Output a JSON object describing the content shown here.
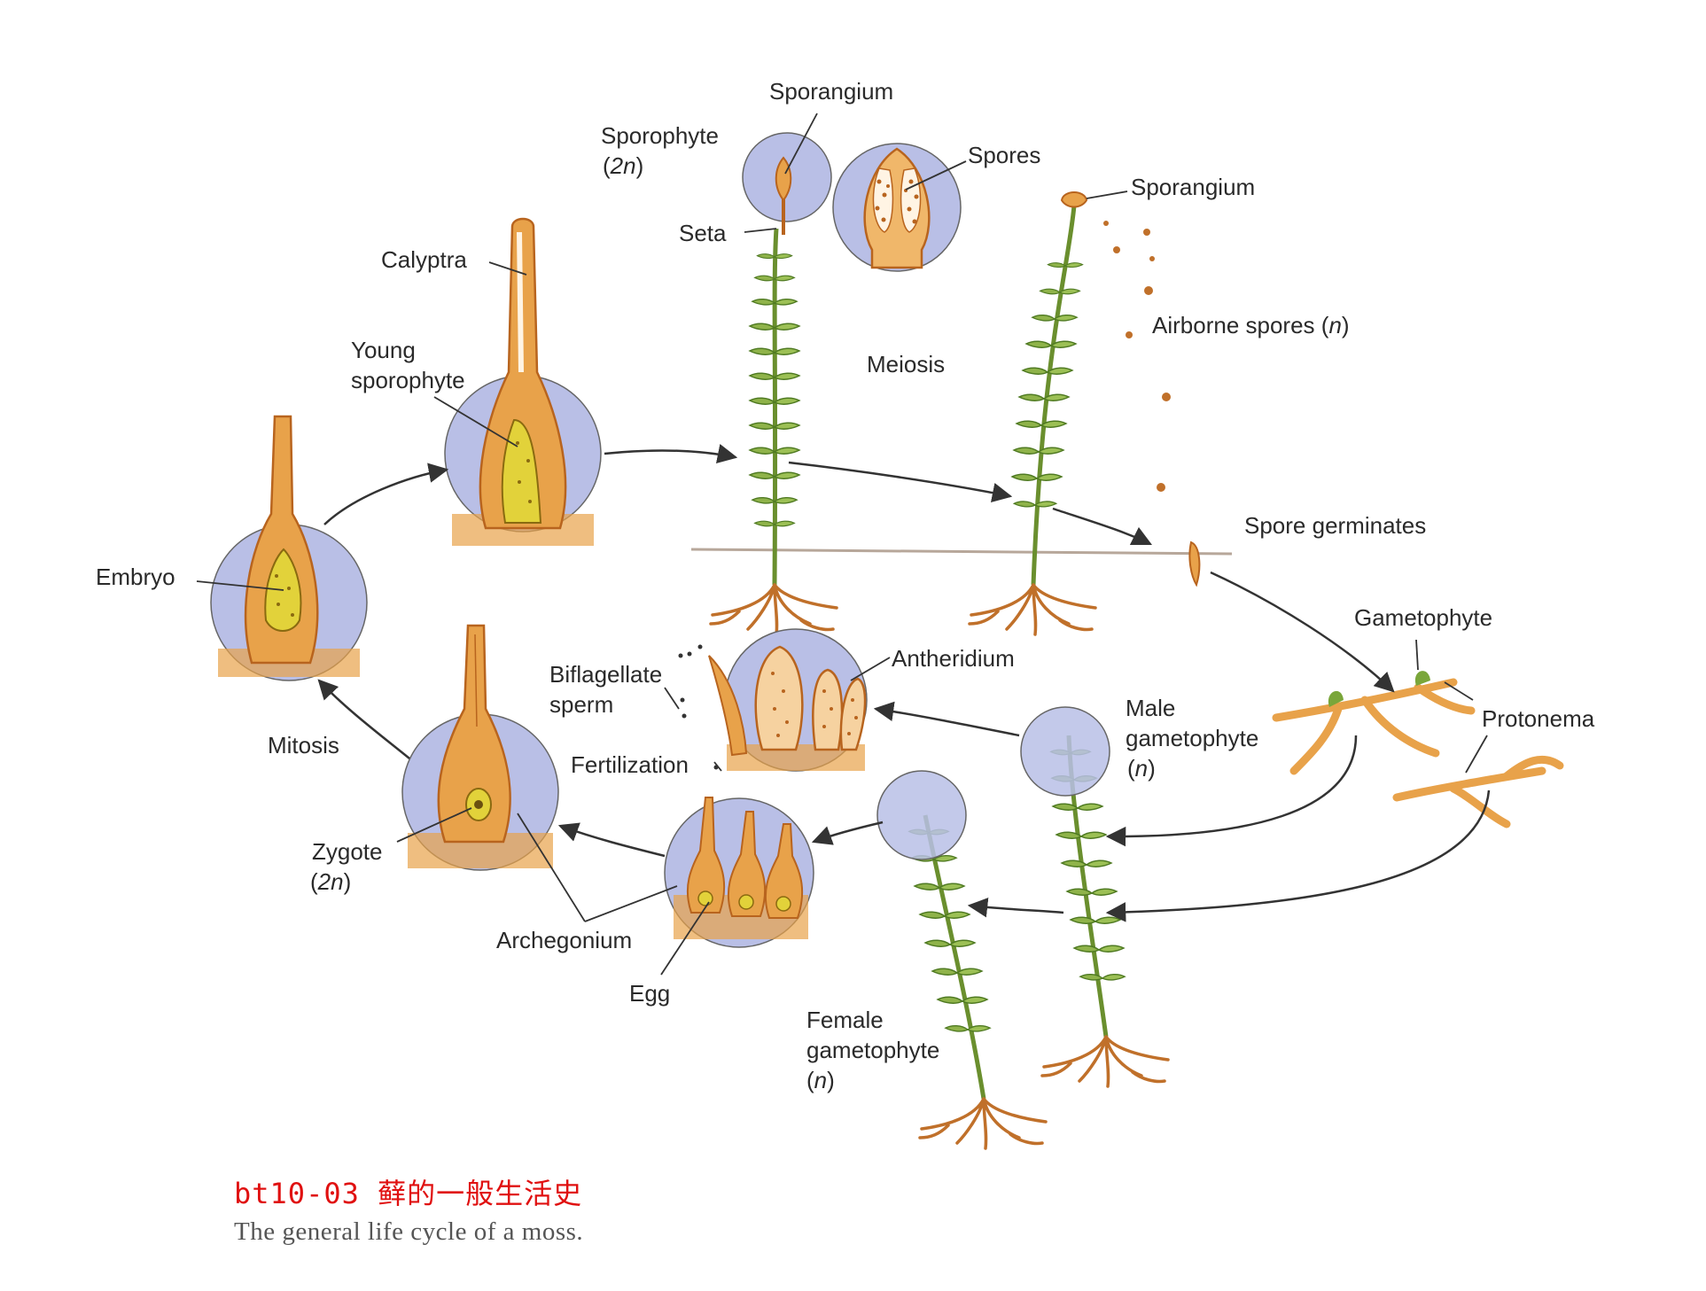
{
  "labels": {
    "sporangium_top": "Sporangium",
    "sporophyte": "Sporophyte",
    "sporophyte_ploidy": "2n",
    "spores": "Spores",
    "seta": "Seta",
    "sporangium_right": "Sporangium",
    "calyptra": "Calyptra",
    "young_sporophyte_1": "Young",
    "young_sporophyte_2": "sporophyte",
    "meiosis": "Meiosis",
    "airborne_spores": "Airborne spores",
    "airborne_ploidy": "n",
    "spore_germinates": "Spore germinates",
    "embryo": "Embryo",
    "gametophyte": "Gametophyte",
    "antheridium": "Antheridium",
    "biflagellate_1": "Biflagellate",
    "biflagellate_2": "sperm",
    "protonema": "Protonema",
    "male_gametophyte_1": "Male",
    "male_gametophyte_2": "gametophyte",
    "male_ploidy": "n",
    "mitosis": "Mitosis",
    "fertilization": "Fertilization",
    "zygote": "Zygote",
    "zygote_ploidy": "2n",
    "archegonium": "Archegonium",
    "egg": "Egg",
    "female_gametophyte_1": "Female",
    "female_gametophyte_2": "gametophyte",
    "female_ploidy": "n"
  },
  "caption": {
    "code_cn": "bt10-03  藓的一般生活史",
    "english": "The general life cycle of a moss."
  },
  "colors": {
    "circle_fill": "#b9bfe6",
    "tissue": "#e8a24a",
    "tissue_dark": "#b8641e",
    "leaf": "#8fb34a",
    "leaf_dark": "#4f7a22",
    "root": "#c0702a",
    "arrow": "#333333",
    "caption_red": "#e01010"
  }
}
